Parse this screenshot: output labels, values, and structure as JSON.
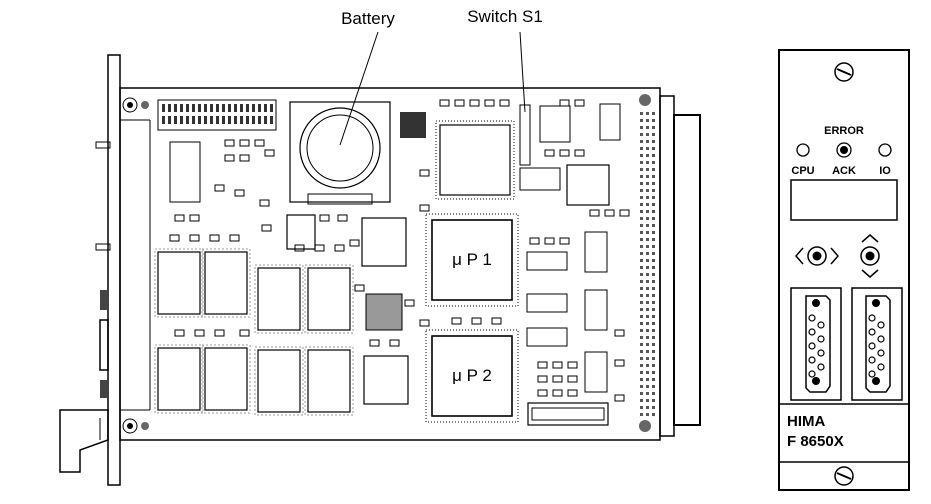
{
  "labels": {
    "battery": "Battery",
    "switch": "Switch S1",
    "up1": "μ P 1",
    "up2": "μ P 2"
  },
  "front_panel": {
    "error": "ERROR",
    "cpu": "CPU",
    "ack": "ACK",
    "io": "IO",
    "brand": "HIMA",
    "model": "F 8650X"
  }
}
